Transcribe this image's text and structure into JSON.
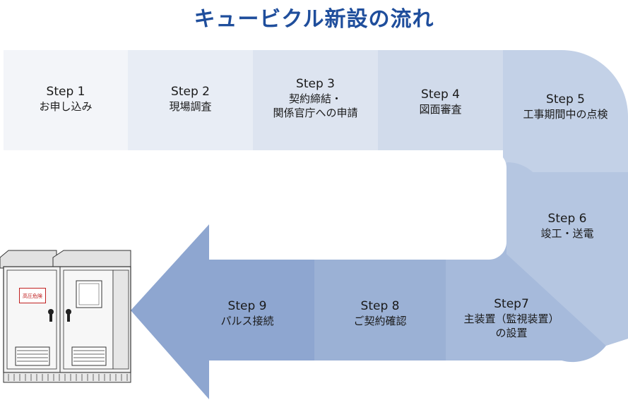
{
  "title": "キュービクル新設の流れ",
  "steps": [
    {
      "num": "Step 1",
      "text": "お申し込み"
    },
    {
      "num": "Step 2",
      "text": "現場調査"
    },
    {
      "num": "Step 3",
      "text": "契約締結・",
      "text2": "関係官庁への申請"
    },
    {
      "num": "Step 4",
      "text": "図面審査"
    },
    {
      "num": "Step 5",
      "text": "工事期間中の点検"
    },
    {
      "num": "Step 6",
      "text": "竣工・送電"
    },
    {
      "num": "Step7",
      "text": "主装置（監視装置）",
      "text2": "の設置"
    },
    {
      "num": "Step 8",
      "text": "ご契約確認"
    },
    {
      "num": "Step 9",
      "text": "パルス接続"
    }
  ],
  "cubicle": {
    "warning_label": "高圧危険"
  },
  "colors": {
    "title": "#1f4e9c",
    "step1": "#f3f5f9",
    "step9": "#8ea6d0",
    "cubicle_body": "#f2f2f2"
  }
}
